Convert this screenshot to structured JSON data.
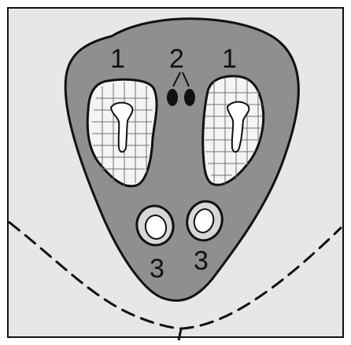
{
  "labels": {
    "left_bundle": "1",
    "right_bundle": "1",
    "top_pair": "2",
    "bottom_left": "3",
    "bottom_right": "3"
  },
  "colors": {
    "background": "#e7e7e7",
    "shape_fill": "#8f8f8f",
    "outline": "#111111",
    "cell_fill": "#f4f4f4",
    "lumen_fill": "#ffffff",
    "dashed_line": "#111111"
  }
}
